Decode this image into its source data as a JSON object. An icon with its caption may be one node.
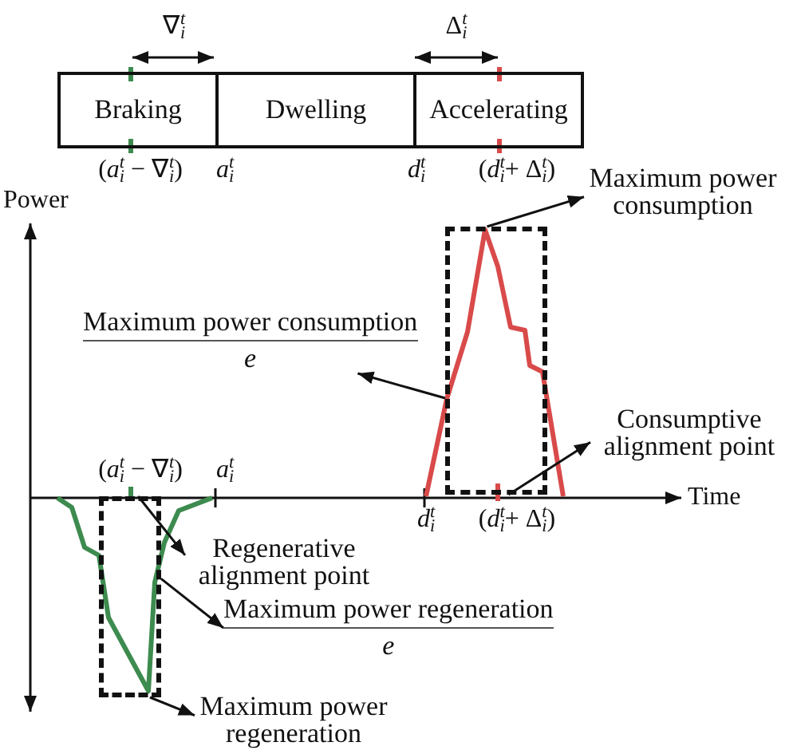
{
  "diagram": {
    "nodes": [
      {
        "text": [
          "Braking"
        ]
      },
      {
        "text": [
          "Dwelling"
        ]
      },
      {
        "text": [
          "Accelerating"
        ]
      },
      {
        "text": [
          "Maximum power consumption"
        ]
      },
      {
        "text": [],
        "shape": "box"
      },
      {
        "text": [
          "Maximum power consumption",
          "e"
        ]
      },
      {
        "text": [
          "Consumptive alignment point"
        ]
      },
      {
        "text": [],
        "shape": "box"
      },
      {
        "text": [
          "Regenerative alignment point"
        ]
      },
      {
        "text": [
          "Maximum power regeneration",
          "e"
        ]
      },
      {
        "text": [
          "Maximum power regeneration"
        ]
      }
    ],
    "edges": [
      {
        "from": 4,
        "to": 3,
        "arrow": "to"
      },
      {
        "from": 4,
        "to": 5,
        "arrow": "to"
      },
      {
        "from": 4,
        "to": 6,
        "arrow": "to"
      },
      {
        "from": 7,
        "to": 8,
        "arrow": "to"
      },
      {
        "from": 7,
        "to": 9,
        "arrow": "to"
      },
      {
        "from": 7,
        "to": 10,
        "arrow": "to"
      }
    ],
    "labels": [
      "∇$_{i}$$^{t}$",
      "Δ$_{i}$$^{t}$",
      "(*a*$_{i}$$^{t}$ − ∇$_{i}$$^{t}$)",
      "*a*$_{i}$$^{t}$",
      "*d*$_{i}$$^{t}$",
      "(*d*$_{i}$$^{t}$+ Δ$_{i}$$^{t}$)",
      "Power",
      "(*a*$_{i}$$^{t}$ − ∇$_{i}$$^{t}$)",
      "*a*$_{i}$$^{t}$",
      "Time",
      "*d*$_{i}$$^{t}$",
      "(*d*$_{i}$$^{t}$+ Δ$_{i}$$^{t}$)"
    ]
  }
}
